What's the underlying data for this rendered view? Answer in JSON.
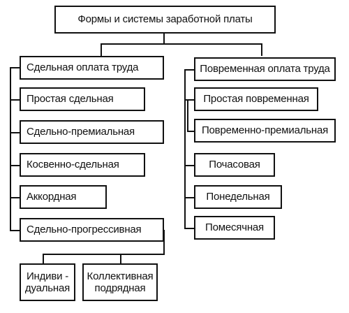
{
  "root": {
    "label": "Формы и системы заработной платы"
  },
  "piece": {
    "label": "Сдельная оплата труда",
    "items": [
      "Простая сдельная",
      "Сдельно-премиальная",
      "Косвенно-сдельная",
      "Аккордная",
      "Сдельно-прогрессивная"
    ],
    "sub": [
      "Индиви -\nдуальная",
      "Коллективная\nподрядная"
    ]
  },
  "time": {
    "label": "Повременная оплата труда",
    "items": [
      "Простая повременная",
      "Повременно-премиальная",
      "Почасовая",
      "Понедельная",
      "Помесячная"
    ]
  }
}
